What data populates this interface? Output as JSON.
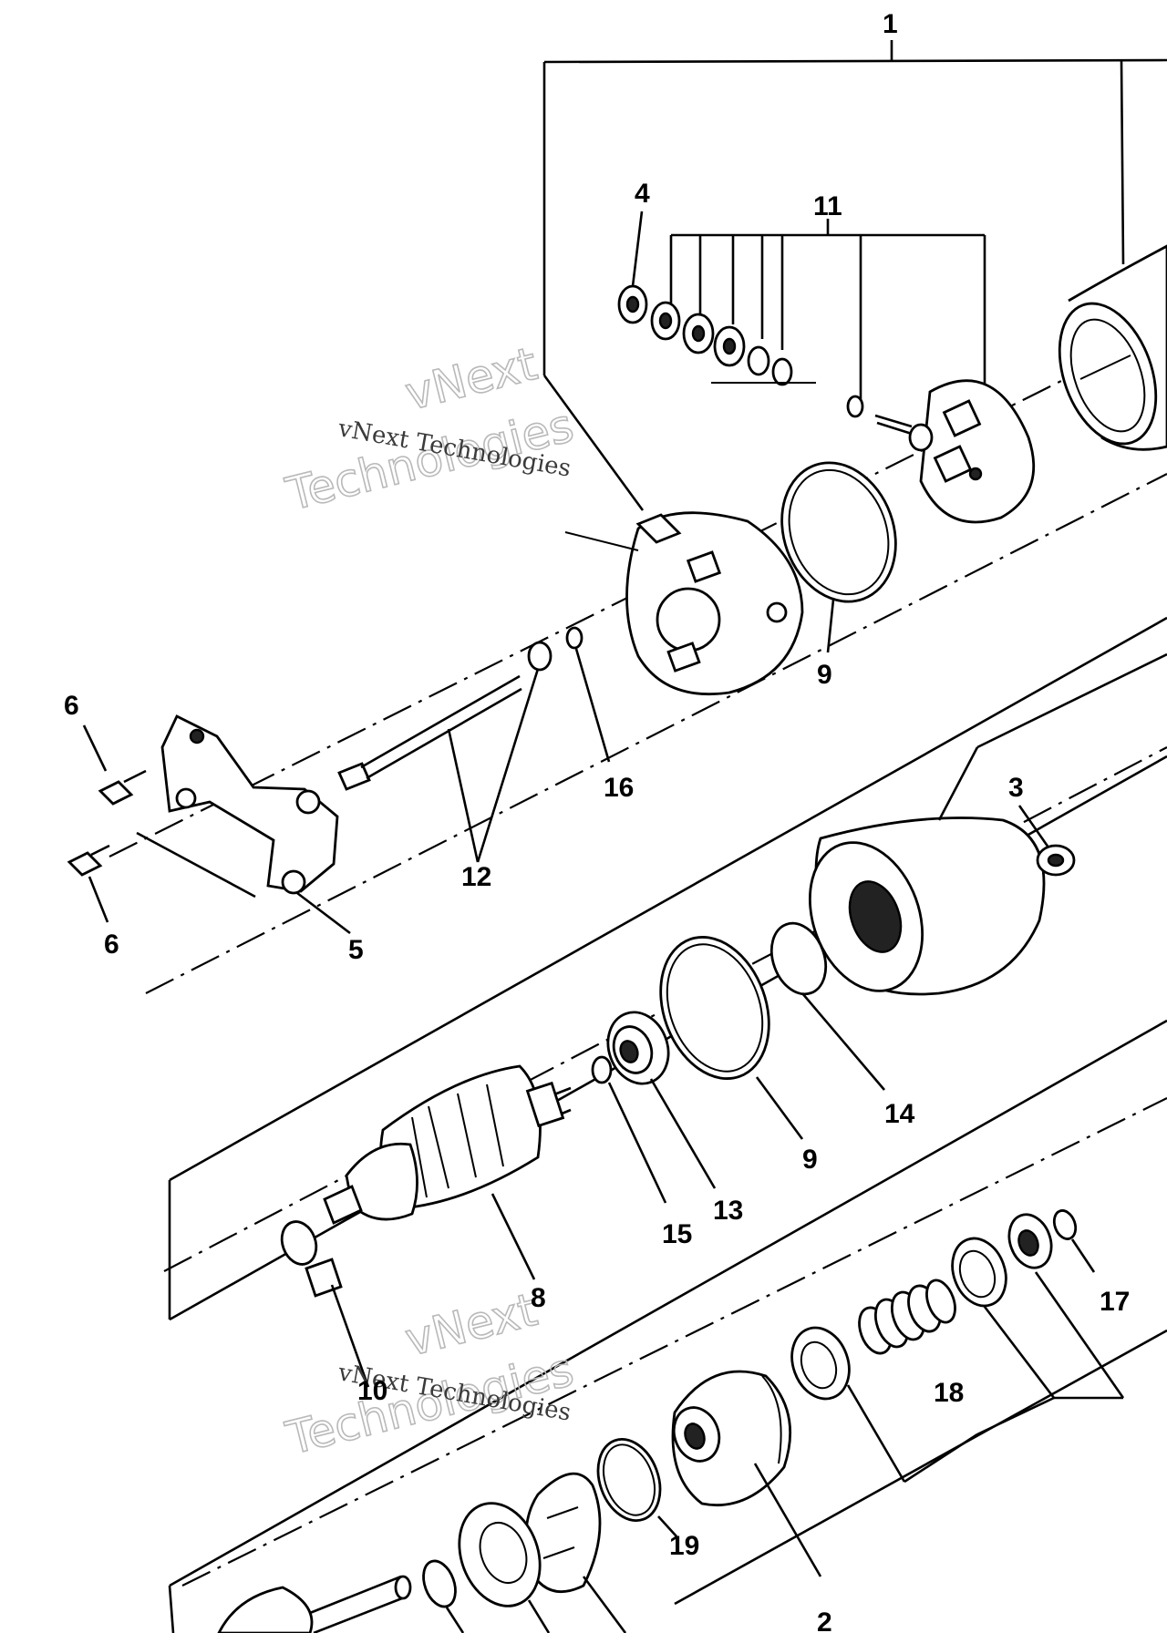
{
  "callouts": {
    "c1": "1",
    "c2": "2",
    "c3": "3",
    "c4": "4",
    "c5": "5",
    "c6a": "6",
    "c6b": "6",
    "c8": "8",
    "c9a": "9",
    "c9b": "9",
    "c10": "10",
    "c11": "11",
    "c12": "12",
    "c13": "13",
    "c14": "14",
    "c15": "15",
    "c16": "16",
    "c17": "17",
    "c18": "18",
    "c19": "19"
  },
  "watermark": {
    "upper_small": "vNext Technologies",
    "upper_big_1": "vNext",
    "upper_big_2": "Technologies",
    "lower_small": "vNext Technologies",
    "lower_big_1": "vNext",
    "lower_big_2": "Technologies"
  },
  "colors": {
    "ink": "#000000",
    "paper": "#ffffff",
    "watermark": "#b9b9b9"
  }
}
